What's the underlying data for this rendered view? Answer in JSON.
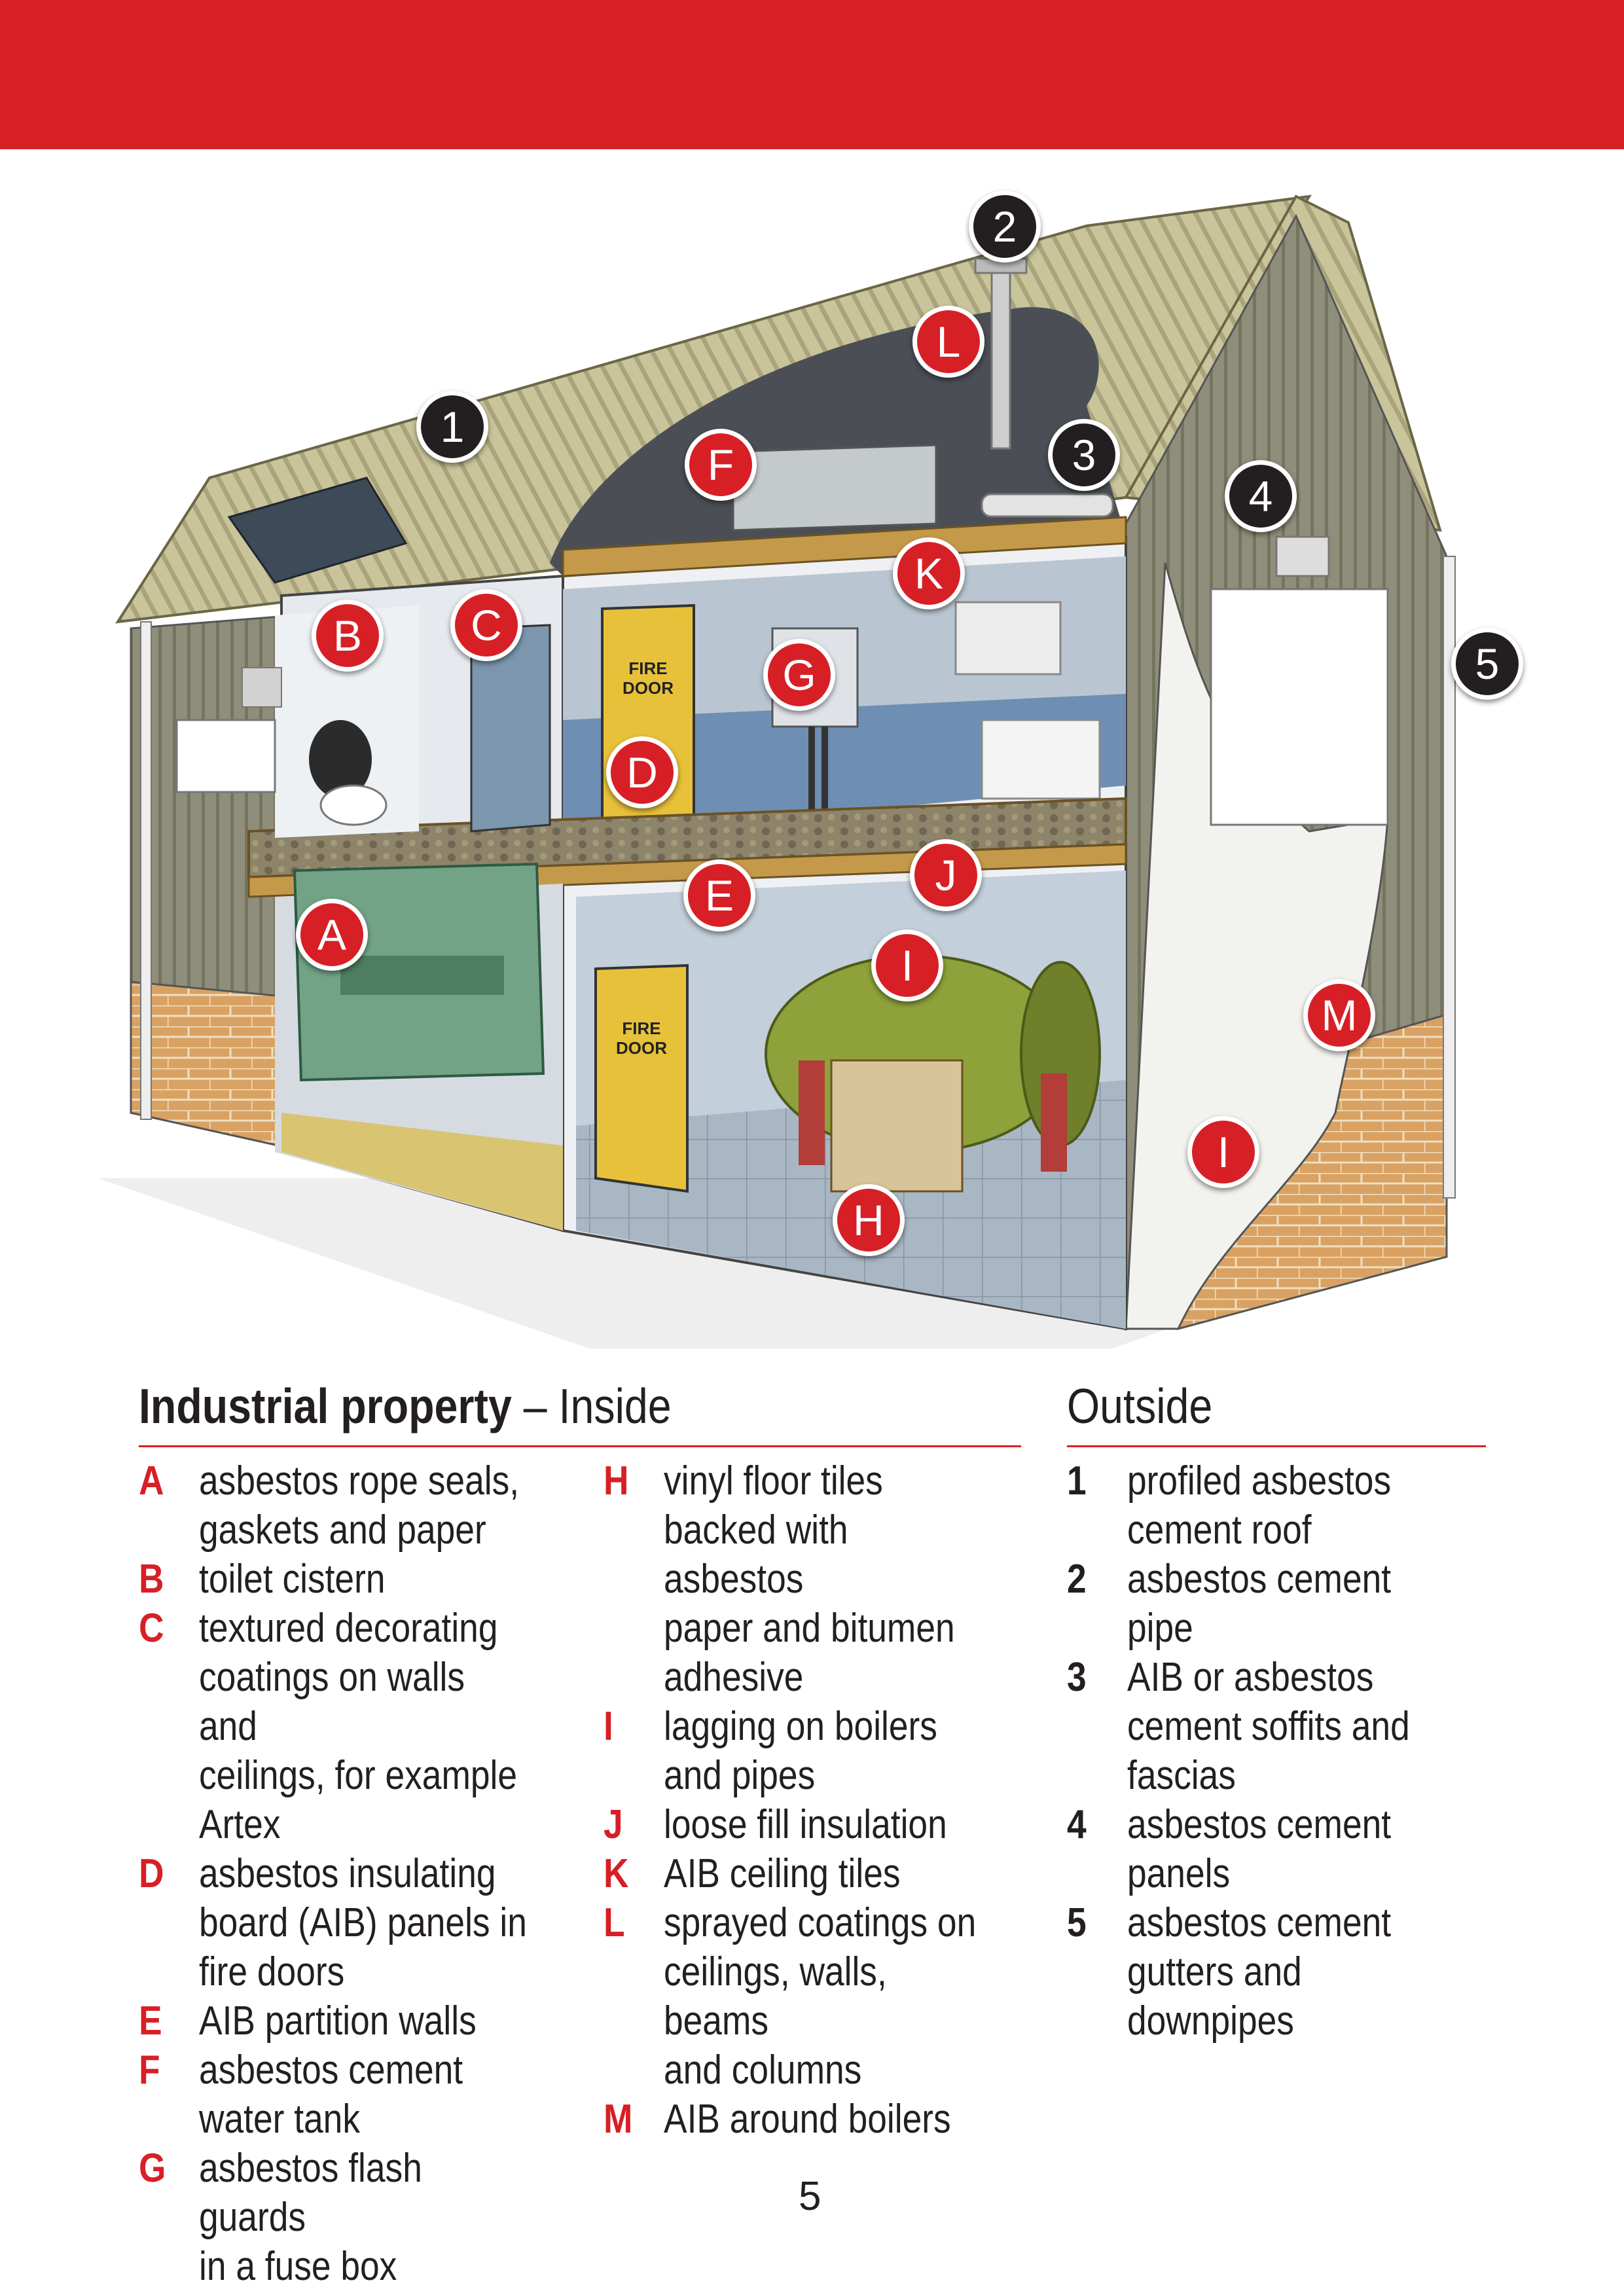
{
  "header": {
    "band_color": "#d71f26"
  },
  "colors": {
    "inside_marker": "#d71f26",
    "outside_marker": "#231f20"
  },
  "markers": {
    "A": "A",
    "B": "B",
    "C": "C",
    "D": "D",
    "E": "E",
    "F": "F",
    "G": "G",
    "H": "H",
    "I": "I",
    "J": "J",
    "K": "K",
    "L": "L",
    "M": "M",
    "n1": "1",
    "n2": "2",
    "n3": "3",
    "n4": "4",
    "n5": "5"
  },
  "illustration_text": {
    "fire_door_1": "FIRE\nDOOR",
    "fire_door_2": "FIRE\nDOOR"
  },
  "legend": {
    "inside_heading_bold": "Industrial property",
    "inside_heading_rest": " – Inside",
    "outside_heading": "Outside",
    "inside_col1": [
      {
        "key": "A",
        "text": "asbestos rope seals,\ngaskets and paper"
      },
      {
        "key": "B",
        "text": "toilet cistern"
      },
      {
        "key": "C",
        "text": "textured decorating\ncoatings on walls and\nceilings, for example\nArtex"
      },
      {
        "key": "D",
        "text": "asbestos insulating\nboard (AIB) panels in\nfire doors"
      },
      {
        "key": "E",
        "text": "AIB partition walls"
      },
      {
        "key": "F",
        "text": "asbestos cement\nwater tank"
      },
      {
        "key": "G",
        "text": "asbestos flash guards\nin a fuse box"
      }
    ],
    "inside_col2": [
      {
        "key": "H",
        "text": "vinyl floor tiles\nbacked with asbestos\npaper and bitumen\nadhesive"
      },
      {
        "key": "I",
        "text": "lagging on boilers\nand pipes"
      },
      {
        "key": "J",
        "text": "loose fill insulation"
      },
      {
        "key": "K",
        "text": "AIB ceiling tiles"
      },
      {
        "key": "L",
        "text": "sprayed coatings on\nceilings, walls, beams\nand columns"
      },
      {
        "key": "M",
        "text": "AIB around boilers"
      }
    ],
    "outside": [
      {
        "key": "1",
        "text": "profiled asbestos\ncement roof"
      },
      {
        "key": "2",
        "text": "asbestos cement pipe"
      },
      {
        "key": "3",
        "text": "AIB or asbestos\ncement soffits and\nfascias"
      },
      {
        "key": "4",
        "text": "asbestos cement\npanels"
      },
      {
        "key": "5",
        "text": "asbestos cement\ngutters and\ndownpipes"
      }
    ]
  },
  "page_number": "5"
}
